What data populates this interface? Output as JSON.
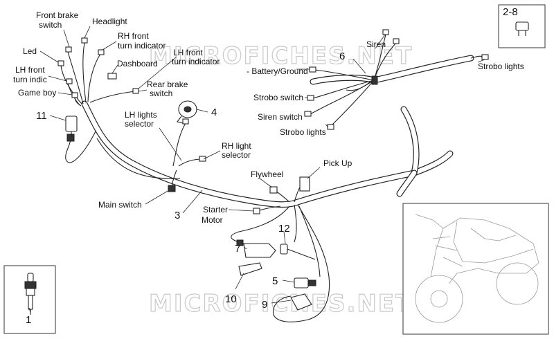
{
  "watermarks": [
    "MICROFICHES.NET",
    "MICROFICHES.NET"
  ],
  "labels": {
    "front_brake_switch": [
      "Front brake",
      "switch"
    ],
    "headlight": "Headlight",
    "rh_front_turn_indicator": [
      "RH front",
      "turn indicator"
    ],
    "lh_front_turn_indicator": [
      "LH front",
      "turn indicator"
    ],
    "led": "Led",
    "dashboard": "Dashboard",
    "lh_front_turn_indic": [
      "LH front",
      "turn indic"
    ],
    "rear_brake_switch": [
      "Rear brake",
      "switch"
    ],
    "game_boy": "Game boy",
    "lh_lights_selector": [
      "LH lights",
      "selector"
    ],
    "rh_light_selector": [
      "RH light",
      "selector"
    ],
    "main_switch": "Main switch",
    "flywheel": "Flywheel",
    "pick_up": "Pick Up",
    "starter_motor": [
      "Starter",
      "Motor"
    ],
    "siren": "Siren",
    "battery_ground": "- Battery/Ground",
    "strobo_switch": "Strobo switch",
    "siren_switch": "Siren switch",
    "strobo_lights_lower": "Strobo lights",
    "strobo_lights_right": "Strobo lights"
  },
  "part_numbers": {
    "p1": "1",
    "p2_8": "2-8",
    "p3": "3",
    "p4": "4",
    "p5": "5",
    "p6": "6",
    "p7": "7",
    "p9": "9",
    "p10": "10",
    "p11": "11",
    "p12": "12"
  }
}
